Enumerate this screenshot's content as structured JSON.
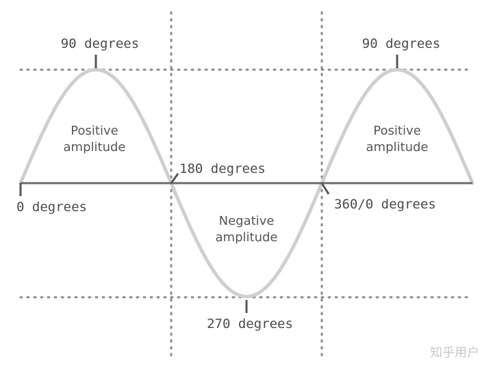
{
  "labels": {
    "peak_left": "90 degrees",
    "peak_right": "90 degrees",
    "start": "0 degrees",
    "mid_cross": "180 degrees",
    "end_cross": "360/0 degrees",
    "trough": "270 degrees"
  },
  "regions": {
    "positive_left": [
      "Positive",
      "amplitude"
    ],
    "negative": [
      "Negative",
      "amplitude"
    ],
    "positive_right": [
      "Positive",
      "amplitude"
    ]
  },
  "watermark": "知乎用户",
  "colors": {
    "wave": "#cfcfcf",
    "axis": "#6b6b6b",
    "grid": "#8a8a8a",
    "text": "#4a4a4a"
  }
}
